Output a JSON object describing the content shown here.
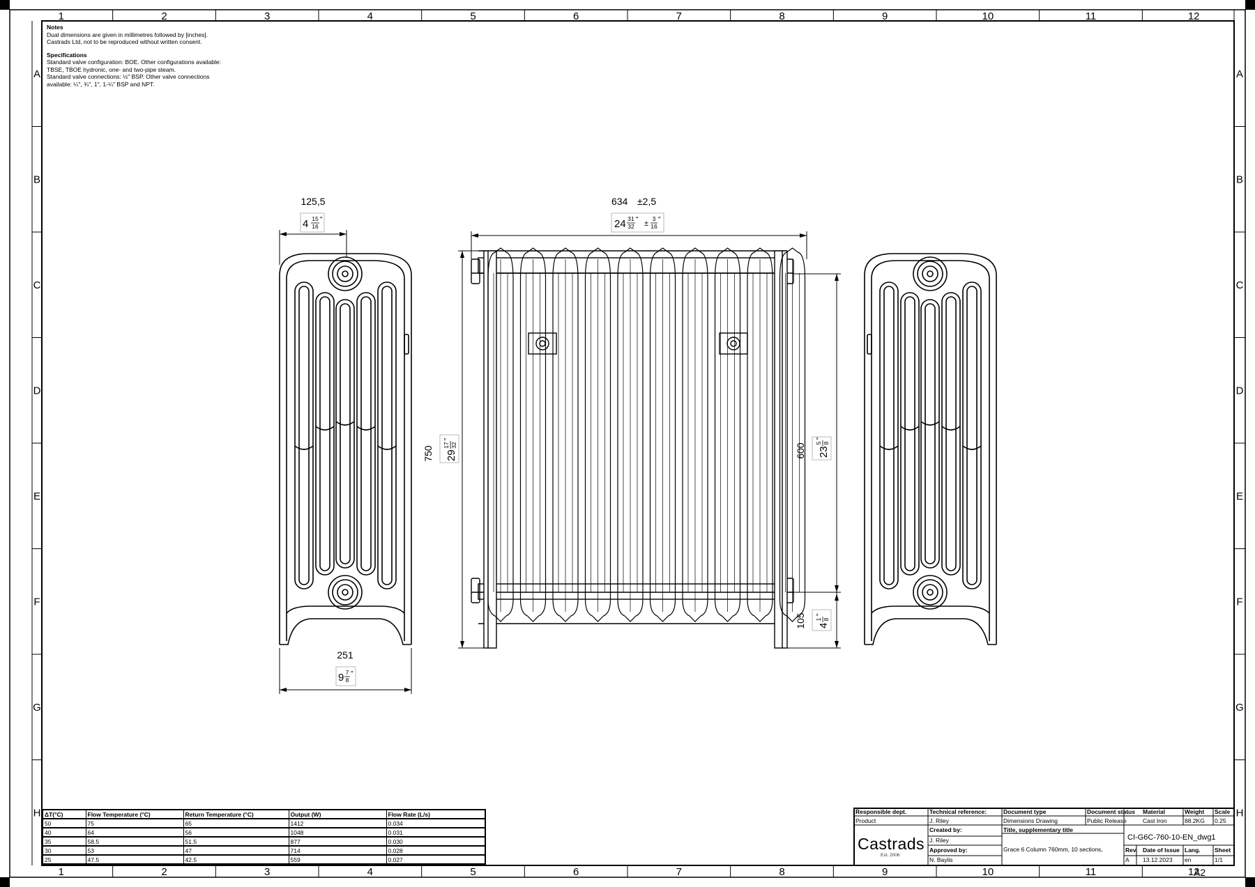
{
  "notes": {
    "heading": "Notes",
    "lines": [
      "Dual dimensions are given in millimetres followed by [inches].",
      "Castrads Ltd, not to be reproduced without written consent."
    ],
    "spec_heading": "Specifications",
    "spec_lines": [
      "Standard valve configuration: BOE. Other configurations available:",
      "TBSE, TBOE hydronic, one- and two-pipe steam.",
      "Standard valve connections: ½\" BSP. Other valve connections",
      "available: ¼\", ¾\", 1\", 1-¼\" BSP and NPT."
    ]
  },
  "grid": {
    "columns": [
      "1",
      "2",
      "3",
      "4",
      "5",
      "6",
      "7",
      "8",
      "9",
      "10",
      "11",
      "12"
    ],
    "rows": [
      "A",
      "B",
      "C",
      "D",
      "E",
      "F",
      "G",
      "H"
    ]
  },
  "dimensions": {
    "side_depth": {
      "mm": "125,5",
      "in_whole": "4",
      "in_num": "15",
      "in_den": "16"
    },
    "foot_depth": {
      "mm": "251",
      "in_whole": "9",
      "in_num": "7",
      "in_den": "8"
    },
    "width": {
      "mm": "634",
      "tol": "±2,5",
      "in_whole": "24",
      "in_num": "31",
      "in_den": "32",
      "tol_sign": "±",
      "tol_num": "3",
      "tol_den": "16"
    },
    "height": {
      "mm": "750",
      "in_whole": "29",
      "in_num": "17",
      "in_den": "32"
    },
    "centres": {
      "mm": "600",
      "in_whole": "23",
      "in_num": "5",
      "in_den": "8"
    },
    "floor": {
      "mm": "105",
      "in_whole": "4",
      "in_num": "1",
      "in_den": "8"
    },
    "inch_mark": "\""
  },
  "flow_table": {
    "headers": [
      "ΔT(°C)",
      "Flow Temperature (°C)",
      "Return Temperature (°C)",
      "Output (W)",
      "Flow Rate (L/s)"
    ],
    "rows": [
      [
        "50",
        "75",
        "65",
        "1412",
        "0.034"
      ],
      [
        "40",
        "64",
        "56",
        "1048",
        "0.031"
      ],
      [
        "35",
        "58.5",
        "51.5",
        "877",
        "0.030"
      ],
      [
        "30",
        "53",
        "47",
        "714",
        "0.028"
      ],
      [
        "25",
        "47.5",
        "42.5",
        "559",
        "0.027"
      ]
    ]
  },
  "title_block": {
    "responsible_dept_label": "Responsible dept.",
    "responsible_dept": "Product",
    "technical_reference_label": "Technical reference:",
    "technical_reference": "J. Riley",
    "document_type_label": "Document type",
    "document_type": "Dimensions Drawing",
    "document_status_label": "Document status",
    "document_status": "Public Release",
    "material_label": "Material",
    "material": "Cast Iron",
    "weight_label": "Weight",
    "weight": "88.2KG",
    "scale_label": "Scale",
    "scale": "0.25",
    "created_by_label": "Created by:",
    "created_by": "J. Riley",
    "approved_by_label": "Approved by:",
    "approved_by": "N. Baylis",
    "title_label": "Title, supplementary title",
    "title": "Grace 6 Column 760mm, 10 sections,",
    "document_number": "CI-G6C-760-10-EN_dwg1",
    "rev_label": "Rev.",
    "rev": "A",
    "date_label": "Date of Issue",
    "date": "13.12.2023",
    "lang_label": "Lang.",
    "lang": "en",
    "sheet_label": "Sheet",
    "sheet": "1/1",
    "logo": "Castrads",
    "logo_sub": "Est. 2006",
    "paper_size": "A2"
  }
}
